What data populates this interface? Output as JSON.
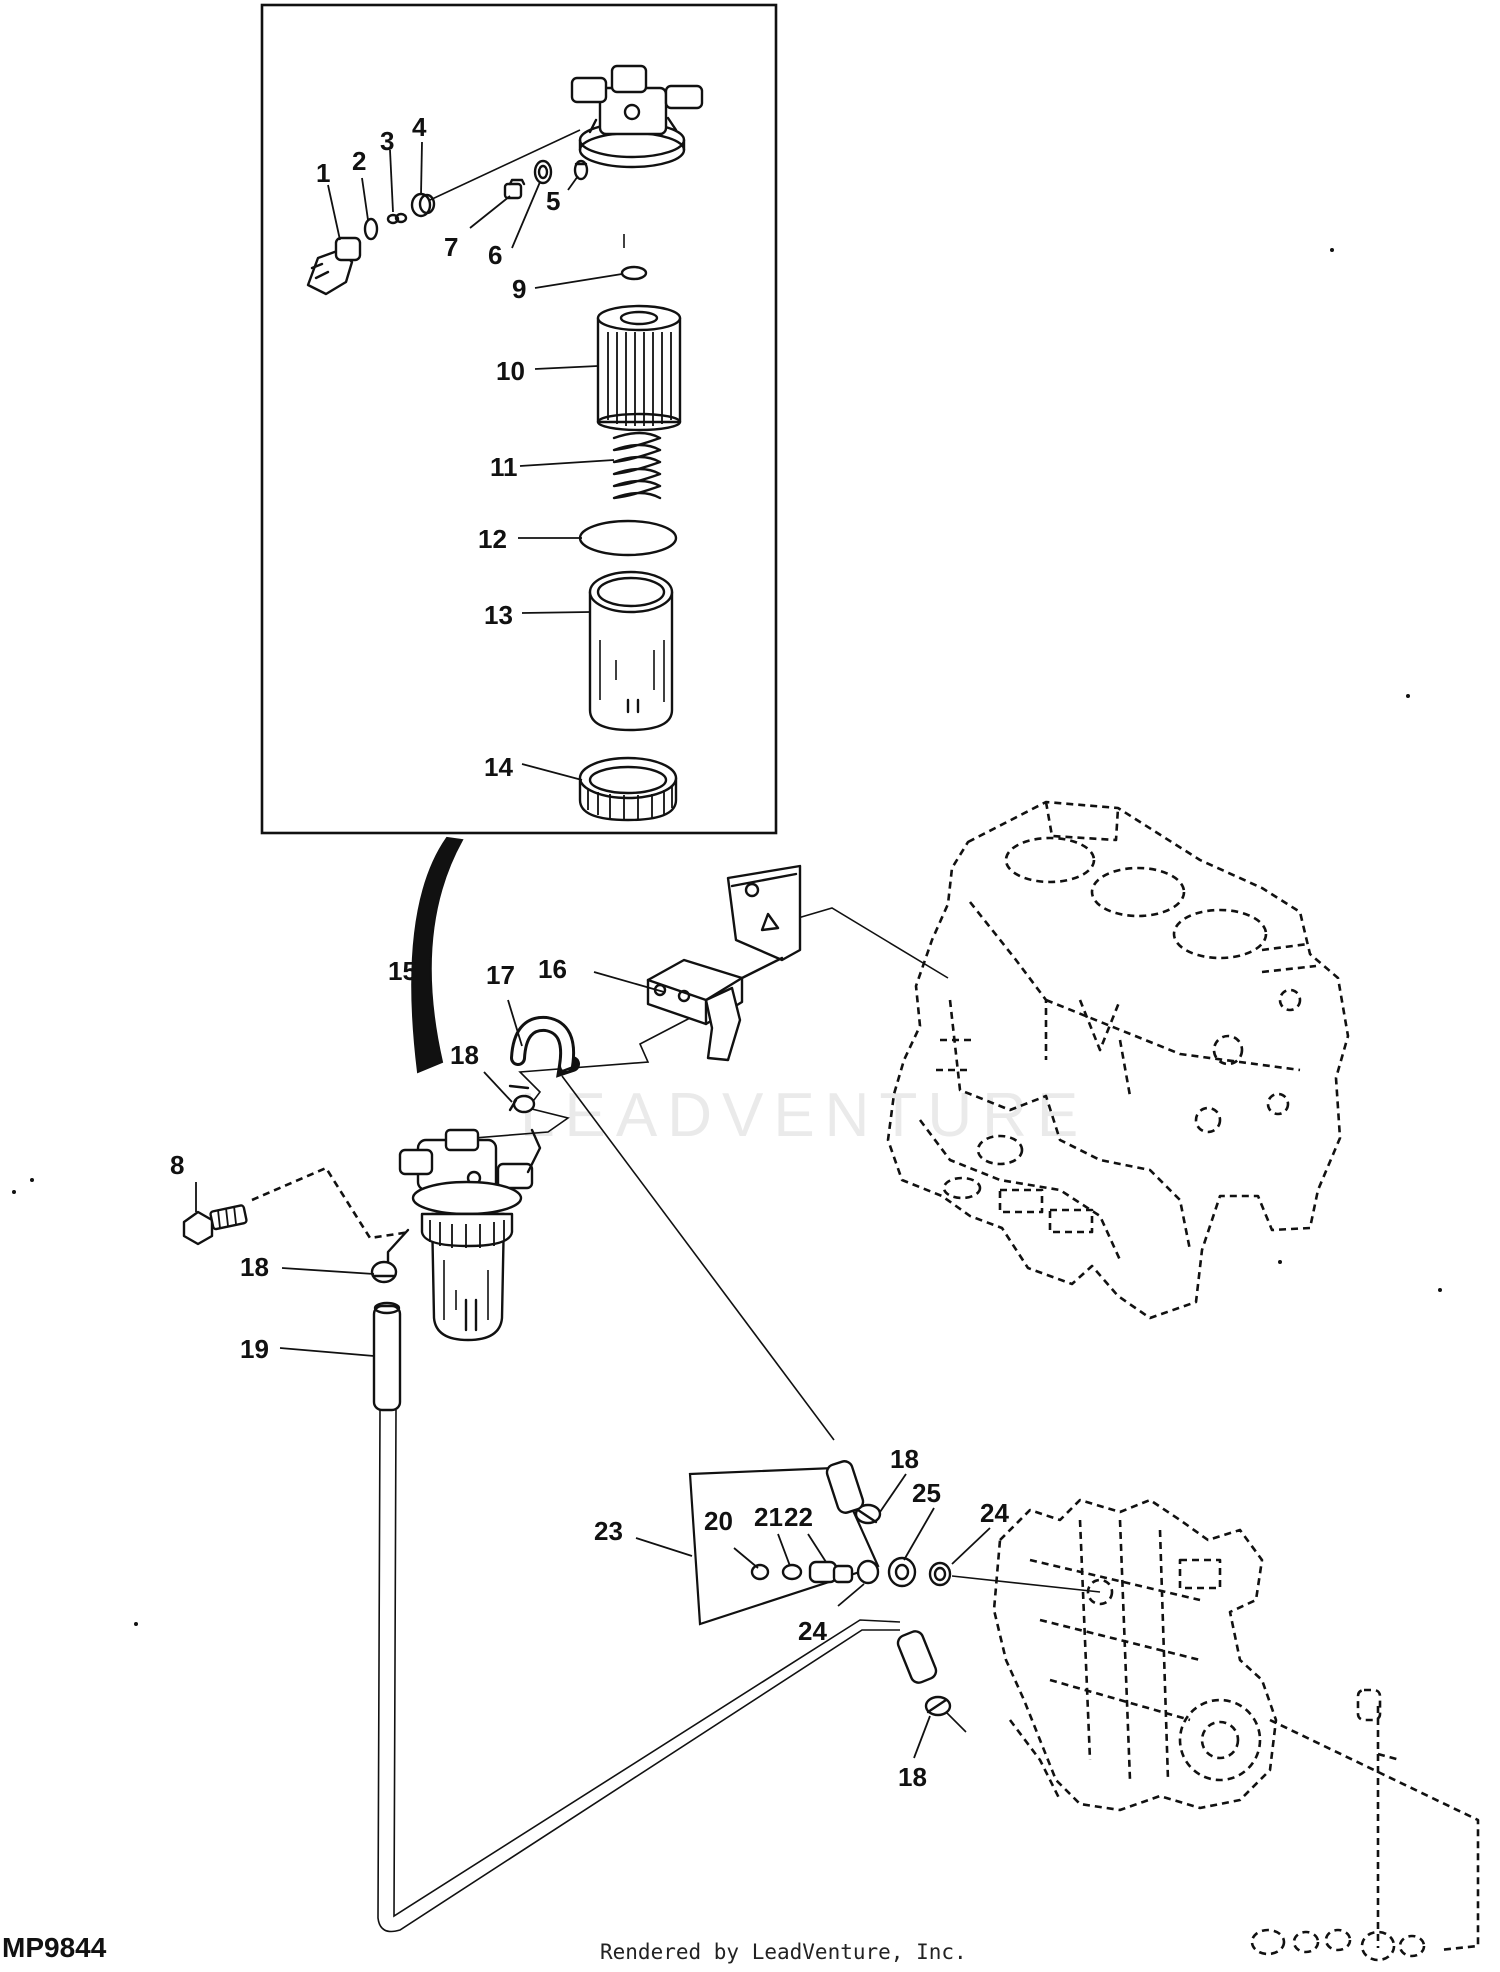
{
  "figure_id": "MP9844",
  "render_credit": "Rendered by LeadVenture, Inc.",
  "watermark": "LEADVENTURE",
  "callouts": {
    "c1": "1",
    "c2": "2",
    "c3": "3",
    "c4": "4",
    "c5": "5",
    "c6": "6",
    "c7": "7",
    "c8": "8",
    "c9": "9",
    "c10": "10",
    "c11": "11",
    "c12": "12",
    "c13": "13",
    "c14": "14",
    "c15": "15",
    "c16": "16",
    "c17": "17",
    "c18a": "18",
    "c18b": "18",
    "c18c": "18",
    "c18d": "18",
    "c19": "19",
    "c20": "20",
    "c21": "21",
    "c22": "22",
    "c23": "23",
    "c24a": "24",
    "c24b": "24",
    "c25": "25"
  }
}
